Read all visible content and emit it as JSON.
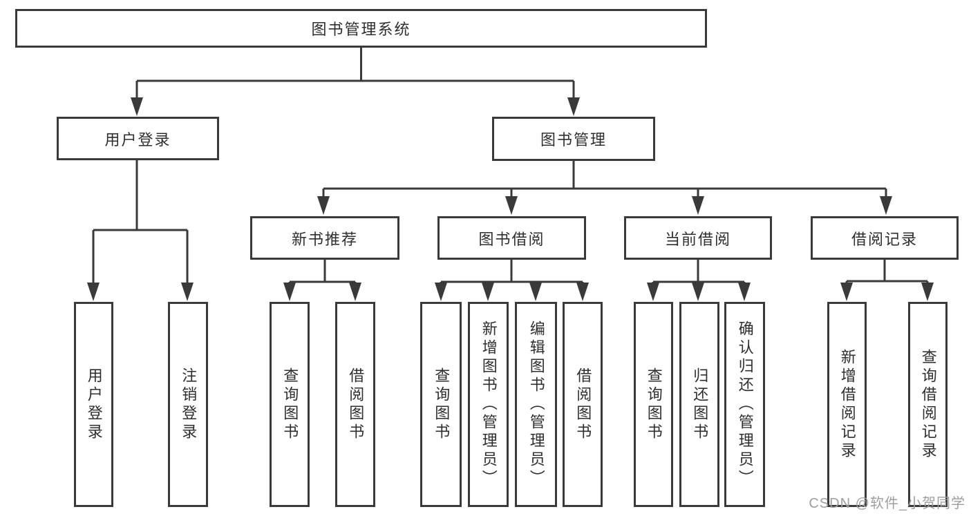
{
  "tree": {
    "root": "图书管理系统",
    "branches": [
      {
        "label": "用户登录",
        "children": [
          "用户登录",
          "注销登录"
        ]
      },
      {
        "label": "图书管理",
        "groups": [
          {
            "label": "新书推荐",
            "children": [
              "查询图书",
              "借阅图书"
            ]
          },
          {
            "label": "图书借阅",
            "children": [
              "查询图书",
              "新增图书（管理员）",
              "编辑图书（管理员）",
              "借阅图书"
            ]
          },
          {
            "label": "当前借阅",
            "children": [
              "查询图书",
              "归还图书",
              "确认归还（管理员）"
            ]
          },
          {
            "label": "借阅记录",
            "children": [
              "新增借阅记录",
              "查询借阅记录"
            ]
          }
        ]
      }
    ]
  },
  "watermark": "CSDN @软件_小贺同学",
  "colors": {
    "line": "#3a3a3a",
    "box_background": "#ffffff",
    "text": "#2e2e2e",
    "watermark": "#9e9e9e"
  }
}
